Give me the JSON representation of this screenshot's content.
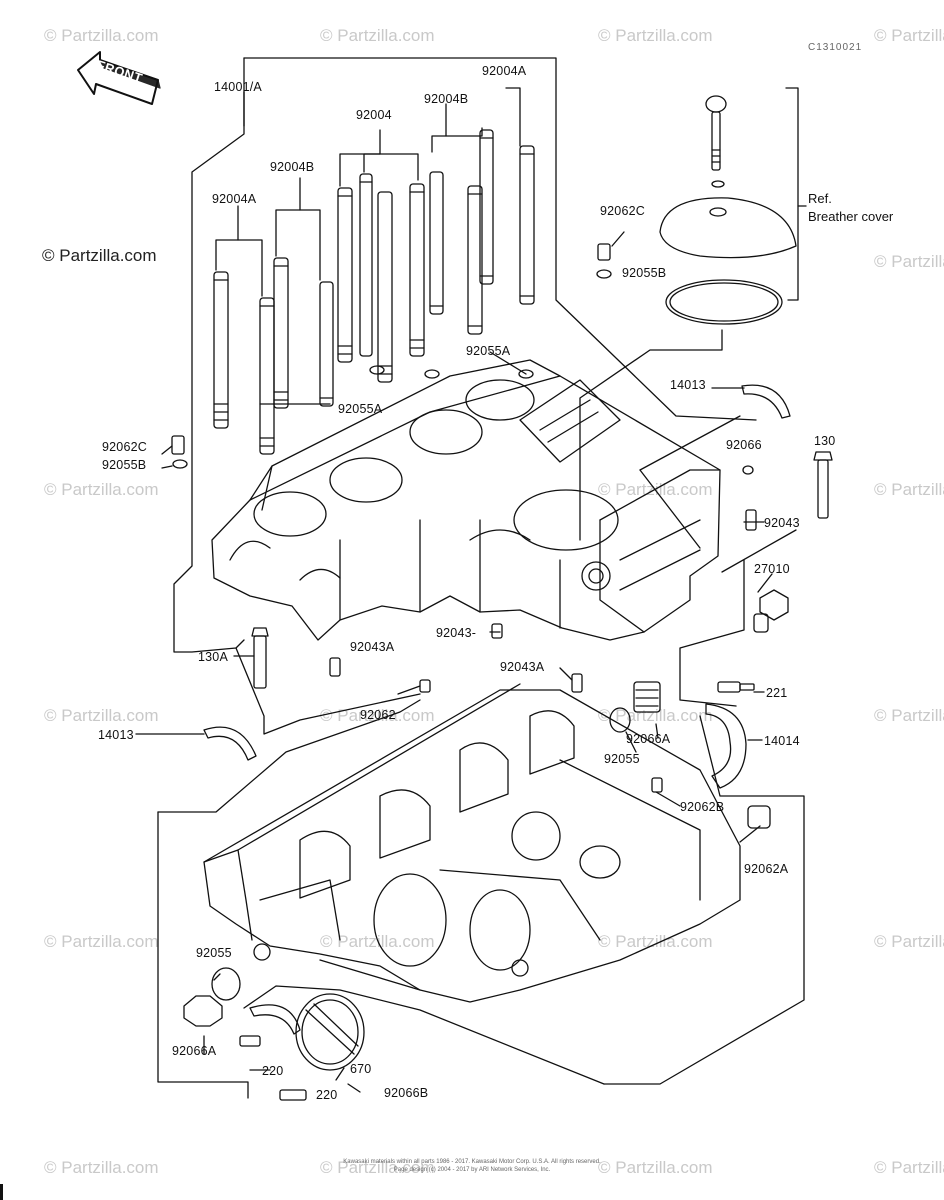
{
  "diagram_id": "C1310021",
  "front_label": "FRONT",
  "ref": {
    "prefix": "Ref.",
    "title": "Breather cover"
  },
  "watermarks": {
    "text": "© Partzilla.com",
    "left_text": "© Partzilla.com"
  },
  "parts": {
    "p14001A": "14001/A",
    "p92004A_top": "92004A",
    "p92004B_top": "92004B",
    "p92004": "92004",
    "p92004B_left": "92004B",
    "p92004A_left": "92004A",
    "p92062C_top": "92062C",
    "p92055B_top": "92055B",
    "p92055A_top": "92055A",
    "p92055A_mid": "92055A",
    "p14013_top": "14013",
    "p92062C_left": "92062C",
    "p92055B_left": "92055B",
    "p92066": "92066",
    "p130": "130",
    "p92043_right": "92043",
    "p27010": "27010",
    "p92043_mid": "92043-",
    "p130A": "130A",
    "p92043A_left": "92043A",
    "p92043A_mid": "92043A",
    "p221": "221",
    "p92062": "92062",
    "p14013_left": "14013",
    "p92066A_right": "92066A",
    "p14014": "14014",
    "p92055_mid": "92055",
    "p92062B": "92062B",
    "p92062A": "92062A",
    "p92055_bottom": "92055",
    "p92066A_bottom": "92066A",
    "p220_a": "220",
    "p670": "670",
    "p220_b": "220",
    "p92066B": "92066B"
  },
  "copyright": {
    "line1": "Kawasaki materials within all parts 1986 - 2017. Kawasaki Motor Corp. U.S.A.  All rights reserved.",
    "line2": "Page design (c) 2004 - 2017 by ARI Network Services, Inc."
  }
}
